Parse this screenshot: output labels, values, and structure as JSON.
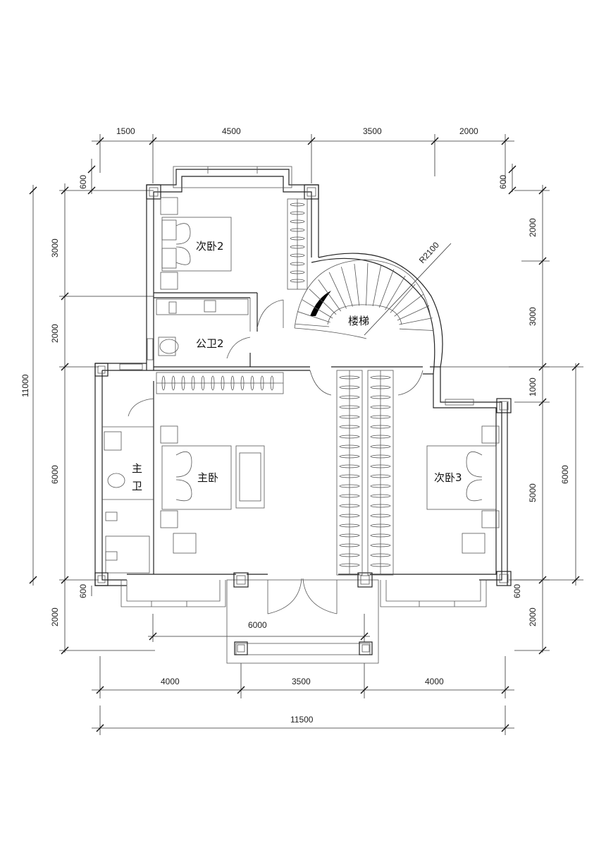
{
  "rooms": {
    "bedroom2": "次卧2",
    "bathroom2": "公卫2",
    "stairs": "楼梯",
    "master_bath_1": "主",
    "master_bath_2": "卫",
    "master_bedroom": "主卧",
    "bedroom3": "次卧3"
  },
  "radius_label": "R2100",
  "dims_top": [
    "1500",
    "4500",
    "3500",
    "2000"
  ],
  "dims_bottom": [
    "4000",
    "3500",
    "4000"
  ],
  "dim_total": "11500",
  "dim_balcony": "6000",
  "dims_left_outer": "11000",
  "dims_left": [
    "600",
    "3000",
    "2000",
    "6000",
    "600",
    "2000"
  ],
  "dims_right": [
    "600",
    "2000",
    "3000",
    "1000",
    "5000",
    "600",
    "2000"
  ],
  "dim_right_outer": "6000"
}
